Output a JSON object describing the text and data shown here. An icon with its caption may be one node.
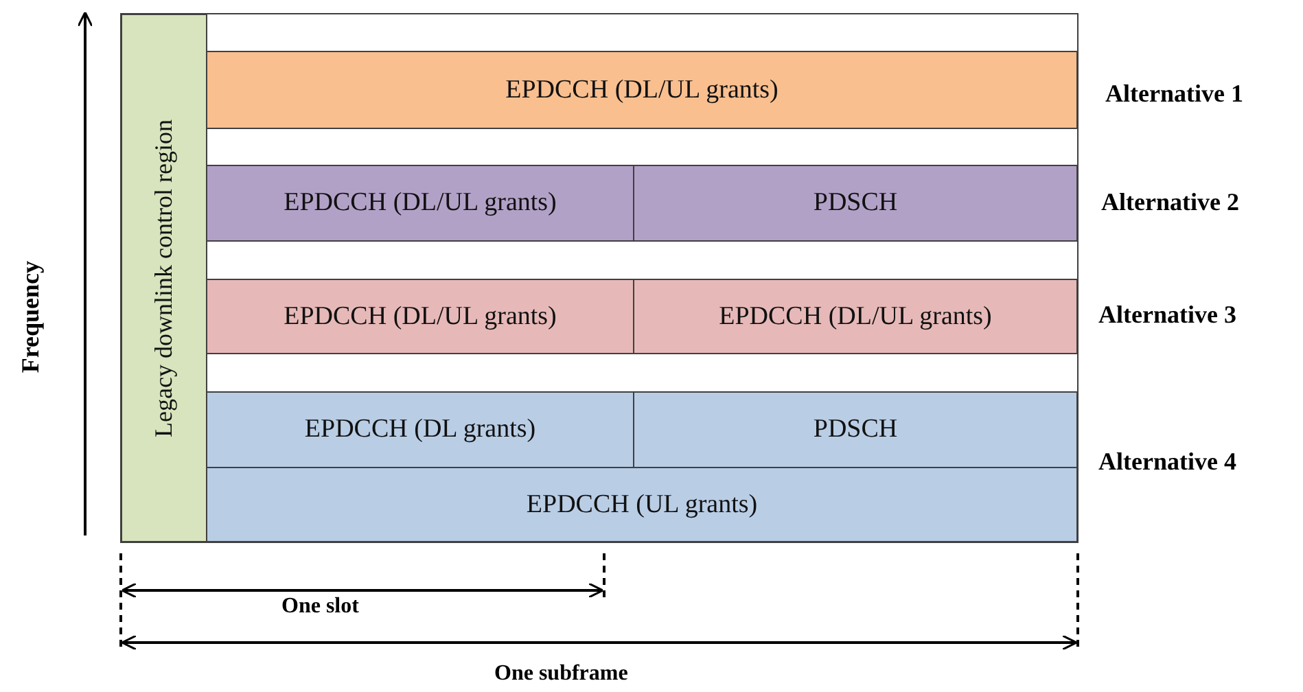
{
  "diagram": {
    "nodes": [
      {
        "text": [
          "Legacy downlink control region"
        ]
      },
      {
        "text": [
          "EPDCCH (DL/UL grants)"
        ]
      },
      {
        "text": [
          "EPDCCH (DL/UL grants)"
        ]
      },
      {
        "text": [
          "PDSCH"
        ]
      },
      {
        "text": [
          "EPDCCH (DL/UL grants)"
        ]
      },
      {
        "text": [
          "EPDCCH (DL/UL grants)"
        ]
      },
      {
        "text": [
          "EPDCCH (DL grants)"
        ]
      },
      {
        "text": [
          "PDSCH"
        ]
      },
      {
        "text": [
          "EPDCCH (UL grants)"
        ]
      }
    ],
    "edges": [],
    "labels": [
      "Frequency",
      "Alternative 1",
      "Alternative 2",
      "Alternative 3",
      "Alternative 4",
      "One slot",
      "One subframe"
    ]
  }
}
